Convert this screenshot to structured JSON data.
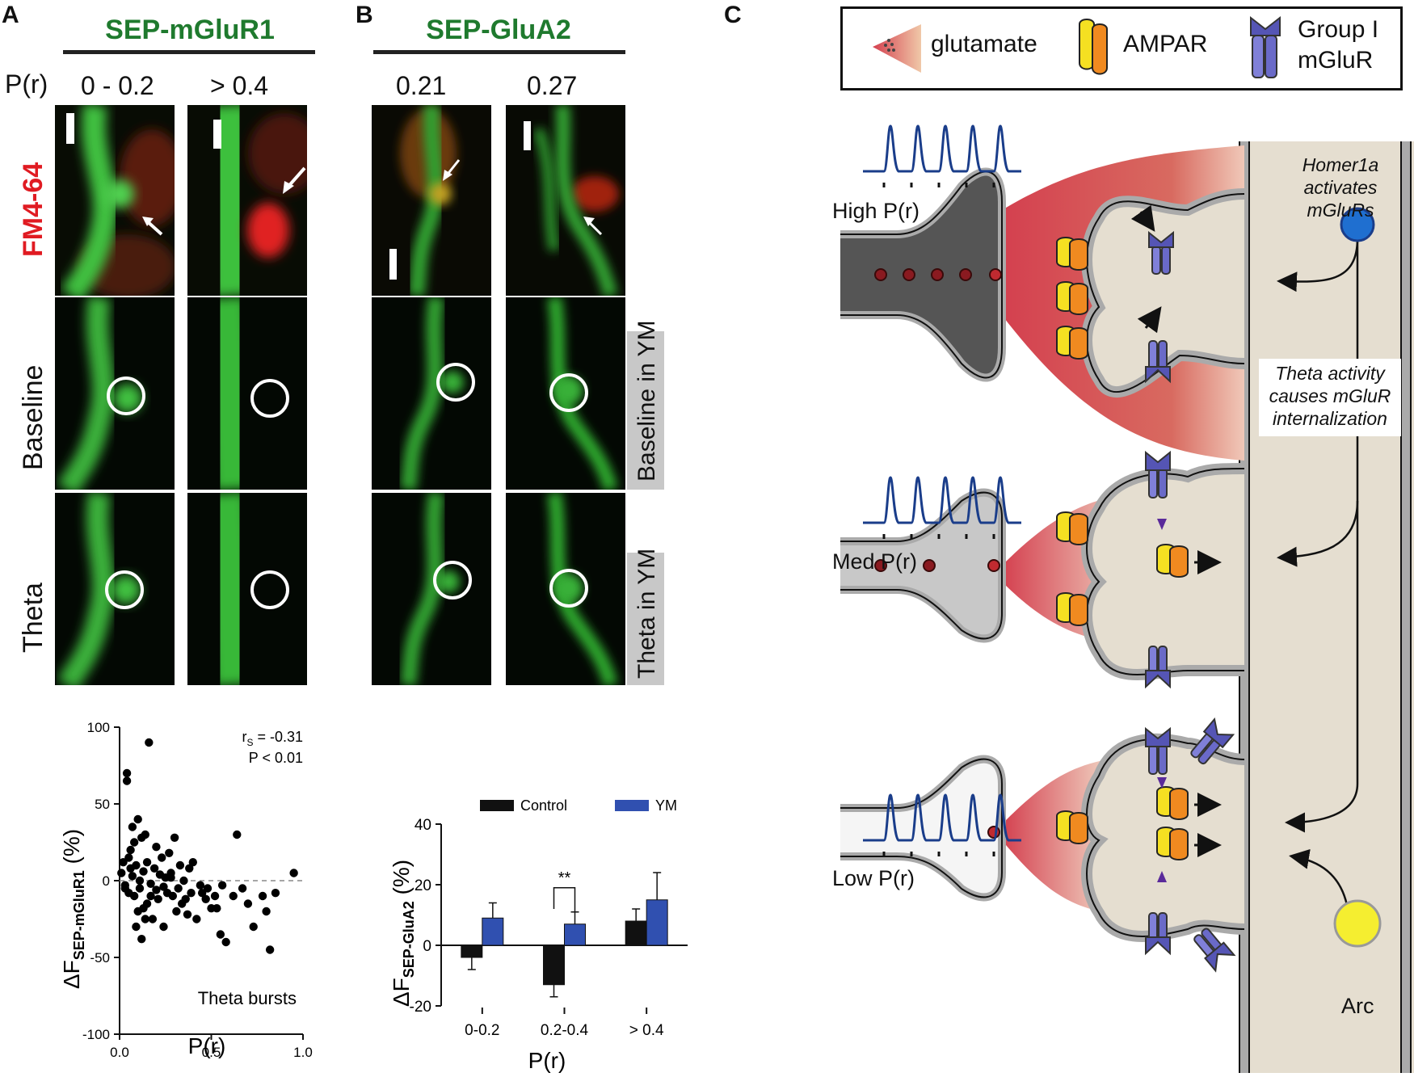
{
  "panels": {
    "A": {
      "letter": "A",
      "title": "SEP-mGluR1",
      "pr_axis_label": "P(r)",
      "columns": [
        "0 - 0.2",
        "> 0.4"
      ],
      "row_labels": {
        "fm": "FM4-64",
        "baseline": "Baseline",
        "theta": "Theta"
      },
      "plot": {
        "ylabel_prefix": "ΔF",
        "ylabel_sub": "SEP-mGluR1",
        "ylabel_suffix": " (%)",
        "xlabel": "P(r)",
        "stat_rs": "r",
        "stat_rs_sub": "S",
        "stat_rs_val": " = -0.31",
        "stat_p": "P < 0.01",
        "annotation": "Theta bursts",
        "yticks": [
          "100",
          "50",
          "0",
          "-50",
          "-100"
        ],
        "xticks": [
          "0.0",
          "0.5",
          "1.0"
        ]
      }
    },
    "B": {
      "letter": "B",
      "title": "SEP-GluA2",
      "columns": [
        "0.21",
        "0.27"
      ],
      "side_labels": {
        "baseline": "Baseline in YM",
        "theta": "Theta in YM"
      },
      "plot": {
        "ylabel_prefix": "ΔF",
        "ylabel_sub": "SEP-GluA2",
        "ylabel_suffix": " (%)",
        "xlabel": "P(r)",
        "significance": "**",
        "yticks": [
          "40",
          "20",
          "0",
          "-20"
        ],
        "legend": [
          "Control",
          "YM"
        ]
      }
    },
    "C": {
      "letter": "C",
      "legend": {
        "glutamate": "glutamate",
        "ampar": "AMPAR",
        "mglur_line1": "Group I",
        "mglur_line2": "mGluR"
      },
      "conditions": [
        "High P(r)",
        "Med P(r)",
        "Low P(r)"
      ],
      "homer_note": [
        "Homer1a",
        "activates",
        "mGluRs"
      ],
      "theta_note": [
        "Theta activity",
        "causes mGluR",
        "internalization"
      ],
      "arc_label": "Arc"
    }
  },
  "colors": {
    "title_green": "#1f7a2e",
    "fm_red": "#e01b22",
    "control": "#111111",
    "ym": "#3050b0",
    "trace": "#1a3d8a",
    "glutamate": "#d4404f",
    "cytoplasm": "#e5ded0",
    "ampar_yellow": "#f5e022",
    "ampar_orange": "#f08a20",
    "mglur_purple": "#6a6ac8",
    "homer_blue": "#1f6fd0",
    "arc_yellow": "#f5ee30"
  },
  "chart_data": [
    {
      "type": "scatter",
      "xlabel": "P(r)",
      "ylabel": "ΔF SEP-mGluR1 (%)",
      "xlim": [
        0,
        1.0
      ],
      "ylim": [
        -100,
        100
      ],
      "zero_line": "dashed",
      "annotations": [
        "r_S = -0.31",
        "P < 0.01",
        "Theta bursts"
      ],
      "x": [
        0.01,
        0.02,
        0.03,
        0.04,
        0.05,
        0.05,
        0.06,
        0.07,
        0.08,
        0.08,
        0.09,
        0.1,
        0.1,
        0.11,
        0.12,
        0.12,
        0.13,
        0.14,
        0.15,
        0.15,
        0.16,
        0.17,
        0.18,
        0.19,
        0.2,
        0.21,
        0.22,
        0.23,
        0.24,
        0.25,
        0.26,
        0.27,
        0.28,
        0.29,
        0.3,
        0.31,
        0.32,
        0.33,
        0.35,
        0.36,
        0.37,
        0.38,
        0.4,
        0.42,
        0.44,
        0.45,
        0.48,
        0.5,
        0.52,
        0.55,
        0.58,
        0.62,
        0.64,
        0.67,
        0.7,
        0.73,
        0.78,
        0.8,
        0.82,
        0.85,
        0.95,
        0.04,
        0.07,
        0.09,
        0.11,
        0.13,
        0.03,
        0.06,
        0.14,
        0.17,
        0.2,
        0.24,
        0.28,
        0.34,
        0.39,
        0.47,
        0.53,
        0.56
      ],
      "y": [
        5,
        12,
        -3,
        70,
        15,
        -8,
        20,
        3,
        -10,
        25,
        10,
        -20,
        40,
        -5,
        28,
        -38,
        6,
        30,
        -15,
        12,
        90,
        -2,
        -25,
        8,
        22,
        -12,
        4,
        15,
        -30,
        2,
        -8,
        18,
        5,
        -10,
        28,
        -20,
        -5,
        10,
        0,
        -12,
        -22,
        8,
        12,
        -25,
        -3,
        -8,
        -5,
        -18,
        -10,
        -35,
        -40,
        -10,
        30,
        -5,
        -15,
        -30,
        -10,
        -20,
        -45,
        -8,
        5,
        65,
        35,
        -30,
        0,
        -18,
        -5,
        8,
        -25,
        -10,
        -6,
        -4,
        2,
        -15,
        -8,
        -12,
        -18,
        -3
      ]
    },
    {
      "type": "bar",
      "xlabel": "P(r)",
      "ylabel": "ΔF SEP-GluA2 (%)",
      "categories": [
        "0-0.2",
        "0.2-0.4",
        "> 0.4"
      ],
      "ylim": [
        -20,
        40
      ],
      "legend_placement": "top",
      "significance": [
        {
          "category": "0.2-0.4",
          "label": "**"
        }
      ],
      "series": [
        {
          "name": "Control",
          "values": [
            -4,
            -13,
            8
          ],
          "errors": [
            4,
            4,
            4
          ]
        },
        {
          "name": "YM",
          "values": [
            9,
            7,
            15
          ],
          "errors": [
            5,
            4,
            9
          ]
        }
      ]
    }
  ]
}
